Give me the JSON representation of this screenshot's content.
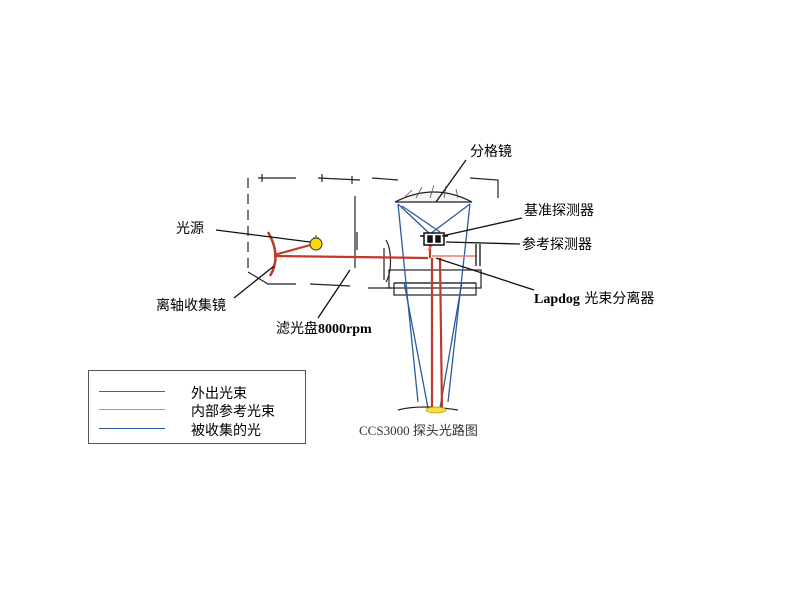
{
  "labels": {
    "fenge_jing": "分格镜",
    "jizhun_tanceqi": "基准探测器",
    "cankao_tanceqi": "参考探测器",
    "lapdog_bold": "Lapdog",
    "lapdog_rest": "光束分离器",
    "guangyuan": "光源",
    "lizhou_shoujijing": "离轴收集镜",
    "lvguangpan_prefix": "滤光盘",
    "lvguangpan_speed": "8000rpm"
  },
  "caption": "CCS3000 探头光路图",
  "legend": {
    "items": [
      {
        "label": "外出光束",
        "color": "#c0392b"
      },
      {
        "label": "内部参考光束",
        "color": "#f07a6a"
      },
      {
        "label": "被收集的光",
        "color": "#2c5aa0"
      }
    ]
  },
  "colors": {
    "outgoing_beam": "#c0392b",
    "reference_beam": "#f07a6a",
    "collected_light": "#2c5aa0",
    "light_source": "#f5d90a",
    "sample_spot": "#f3e03a"
  }
}
